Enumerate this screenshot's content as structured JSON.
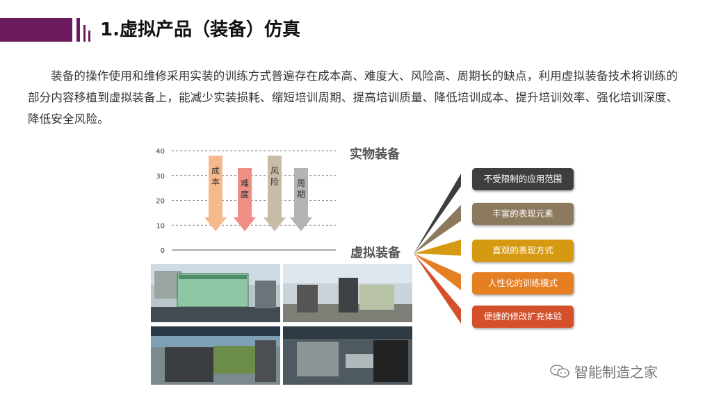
{
  "title": "1.虚拟产品（装备）仿真",
  "paragraph": "装备的操作使用和维修采用实装的训练方式普遍存在成本高、难度大、风险高、周期长的缺点，利用虚拟装备技术将训练的部分内容移植到虚拟装备上，能减少实装损耗、缩短培训周期、提高培训质量、降低培训成本、提升培训效率、强化培训深度、降低安全风险。",
  "chart_data": {
    "type": "bar",
    "categories": [
      "成本",
      "难度",
      "风险",
      "周期"
    ],
    "values": [
      38,
      33,
      38,
      33
    ],
    "yticks": [
      0,
      10,
      20,
      30,
      40
    ],
    "ylim": [
      0,
      40
    ],
    "grid": true,
    "colors": [
      "#f6b98e",
      "#f08e86",
      "#c8bca8",
      "#b4b4b4"
    ]
  },
  "labels": {
    "physical": "实物装备",
    "virtual": "虚拟装备"
  },
  "features": [
    {
      "label": "不受限制的应用范围",
      "color": "#3e3e3e"
    },
    {
      "label": "丰富的表现元素",
      "color": "#8c7a5e"
    },
    {
      "label": "直观的表现方式",
      "color": "#d69a12"
    },
    {
      "label": "人性化的训练模式",
      "color": "#e67e22"
    },
    {
      "label": "便捷的修改扩充体验",
      "color": "#d4502a"
    }
  ],
  "watermark": "智能制造之家"
}
